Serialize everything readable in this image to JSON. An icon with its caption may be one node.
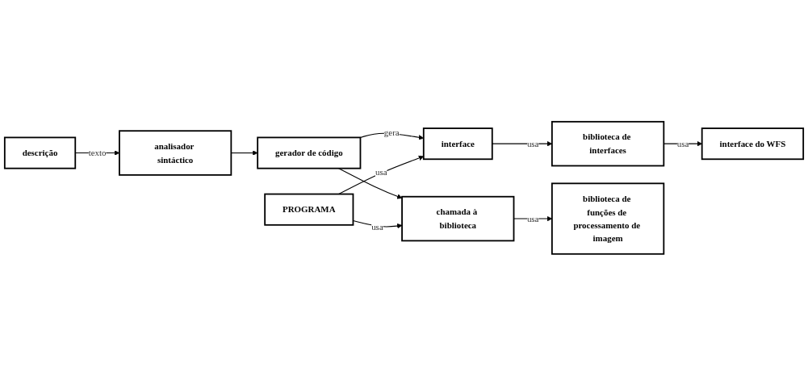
{
  "diagram": {
    "nodes": [
      {
        "text": [
          "descrição"
        ]
      },
      {
        "text": [
          "analisador sintáctico"
        ]
      },
      {
        "text": [
          "gerador de código"
        ]
      },
      {
        "text": [
          "biblioteca de interfaces"
        ]
      },
      {
        "text": [
          "interface do WFS"
        ]
      },
      {
        "text": [
          "interface"
        ]
      },
      {
        "text": [
          "PROGRAMA"
        ]
      },
      {
        "text": [
          "chamada à biblioteca"
        ]
      },
      {
        "text": [
          "biblioteca de funções de processamento de imagem"
        ]
      }
    ],
    "edges": [
      {
        "from": 0,
        "to": 1,
        "arrow": "to",
        "label": "texto"
      },
      {
        "from": 1,
        "to": 2,
        "arrow": "to"
      },
      {
        "from": 2,
        "to": 5,
        "arrow": "to",
        "label": "gera"
      },
      {
        "from": 2,
        "to": 7,
        "arrow": "to"
      },
      {
        "from": 5,
        "to": 3,
        "arrow": "to",
        "label": "usa"
      },
      {
        "from": 3,
        "to": 4,
        "arrow": "to",
        "label": "usa"
      },
      {
        "from": 6,
        "to": 5,
        "arrow": "to",
        "label": "usa"
      },
      {
        "from": 6,
        "to": 7,
        "arrow": "to",
        "label": "usa"
      },
      {
        "from": 7,
        "to": 8,
        "arrow": "to",
        "label": "usa"
      }
    ]
  }
}
